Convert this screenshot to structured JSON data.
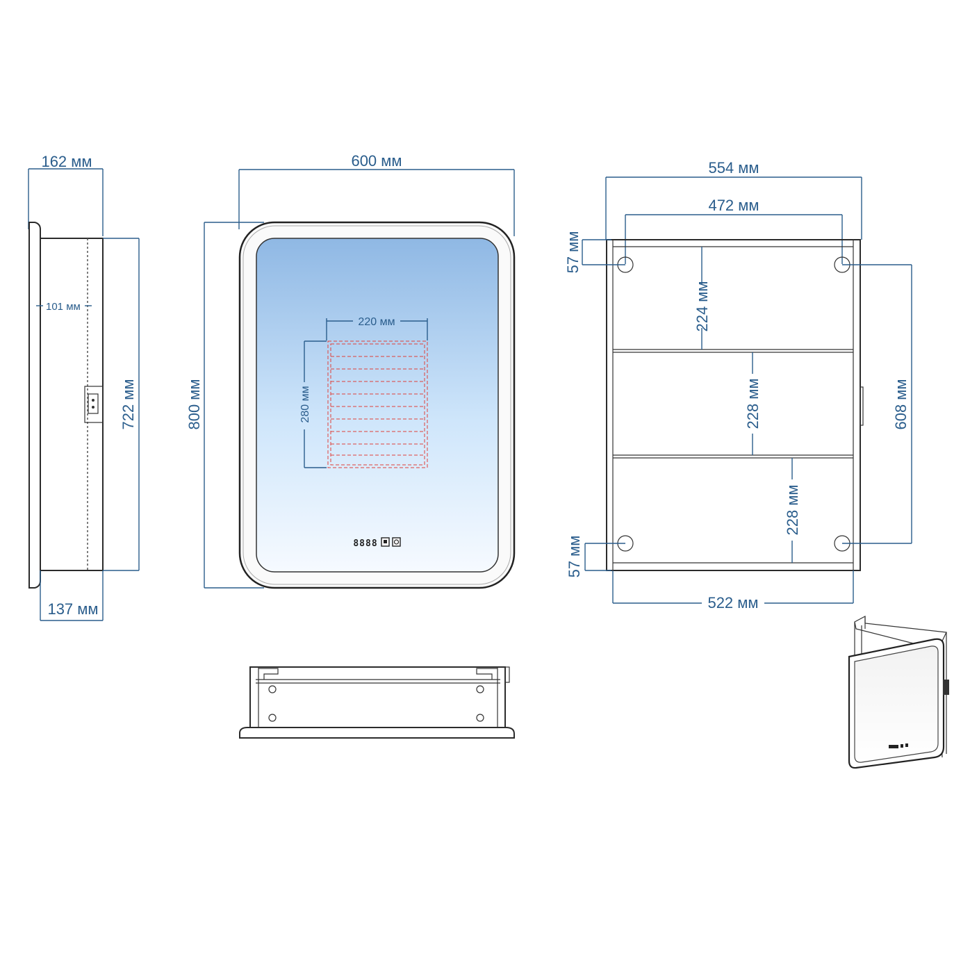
{
  "side_view": {
    "depth_label": "162 мм",
    "inner_depth_label": "101 мм",
    "body_depth_label": "137 мм",
    "height_label": "722 мм"
  },
  "front_view": {
    "width_label": "600 мм",
    "height_label": "800 мм",
    "heater_width_label": "220 мм",
    "heater_height_label": "280 мм",
    "clock_display": "8888"
  },
  "interior_view": {
    "outer_width_label": "554 мм",
    "mount_spacing_label": "472 мм",
    "inner_width_label": "522 мм",
    "top_offset_label": "57 мм",
    "bottom_offset_label": "57 мм",
    "mount_vertical_label": "608 мм",
    "shelf_top_label": "224 мм",
    "shelf_middle_label": "228 мм",
    "shelf_bottom_label": "228 мм"
  },
  "colors": {
    "dimension": "#2a5d8c",
    "outline": "#2b2b2b",
    "heater_zone": "#e0403a",
    "mirror_top": "#8fb8e4",
    "mirror_bottom": "#f6faff"
  }
}
